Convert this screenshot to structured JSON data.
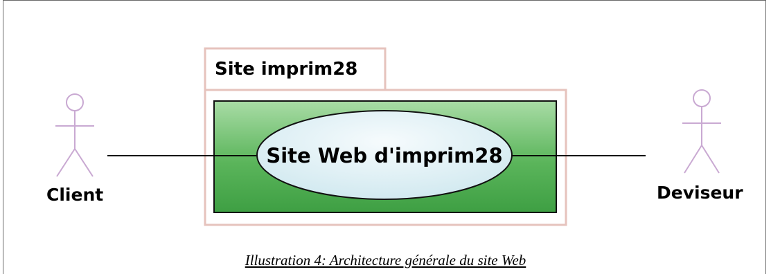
{
  "package": {
    "title": "Site imprim28"
  },
  "use_case": {
    "label": "Site Web d'imprim28"
  },
  "actors": {
    "left": {
      "name": "Client"
    },
    "right": {
      "name": "Deviseur"
    }
  },
  "caption": "Illustration 4: Architecture générale du site Web",
  "colors": {
    "actor_stroke": "#c9a9d2",
    "package_border": "#e6c3bd",
    "system_fill": "#4fae4f",
    "use_case_fill": "#dff1f5",
    "line": "#000000"
  }
}
